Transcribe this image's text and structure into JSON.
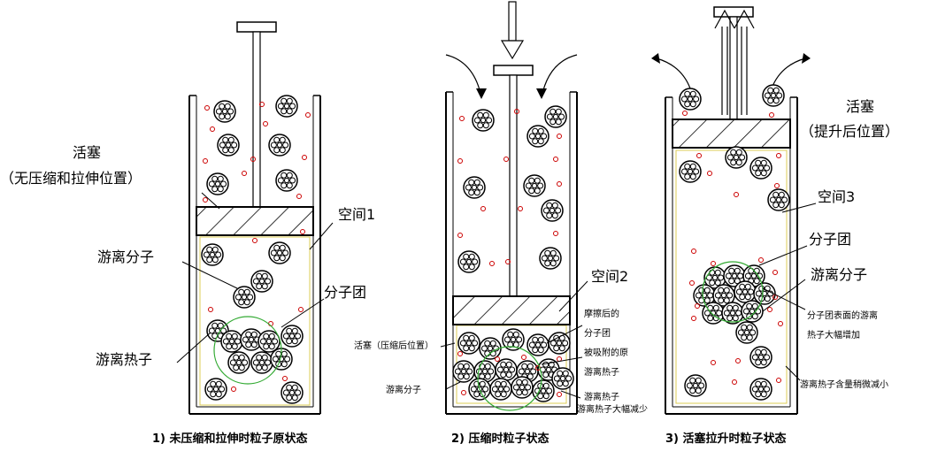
{
  "panel1": {
    "piston_label": "活塞",
    "piston_position": "（无压缩和拉伸位置）",
    "space": "空间1",
    "free_molecule": "游离分子",
    "molecule_cluster": "分子团",
    "free_heat": "游离热子",
    "caption": "1) 未压缩和拉伸时粒子原状态"
  },
  "panel2": {
    "space": "空间2",
    "cluster_after_friction_1": "摩擦后的",
    "cluster_after_friction_2": "分子团",
    "adsorbed_1": "被吸附的原",
    "adsorbed_2": "游离热子",
    "piston_compressed": "活塞（压缩后位置）",
    "free_molecule": "游离分子",
    "free_heat": "游离热子",
    "free_heat_decrease": "游离热子大幅减少",
    "caption": "2) 压缩时粒子状态"
  },
  "panel3": {
    "piston_label": "活塞",
    "piston_position": "（提升后位置）",
    "space": "空间3",
    "molecule_cluster": "分子团",
    "free_molecule": "游离分子",
    "surface_heat_1": "分子团表面的游离",
    "surface_heat_2": "热子大幅增加",
    "heat_decrease": "游离热子含量稍微减小",
    "caption": "3) 活塞拉升时粒子状态"
  },
  "colors": {
    "line": "#000000",
    "heat": "#cc0000",
    "space_boundary": "#ddcc55",
    "cluster_ring": "#33aa33"
  }
}
